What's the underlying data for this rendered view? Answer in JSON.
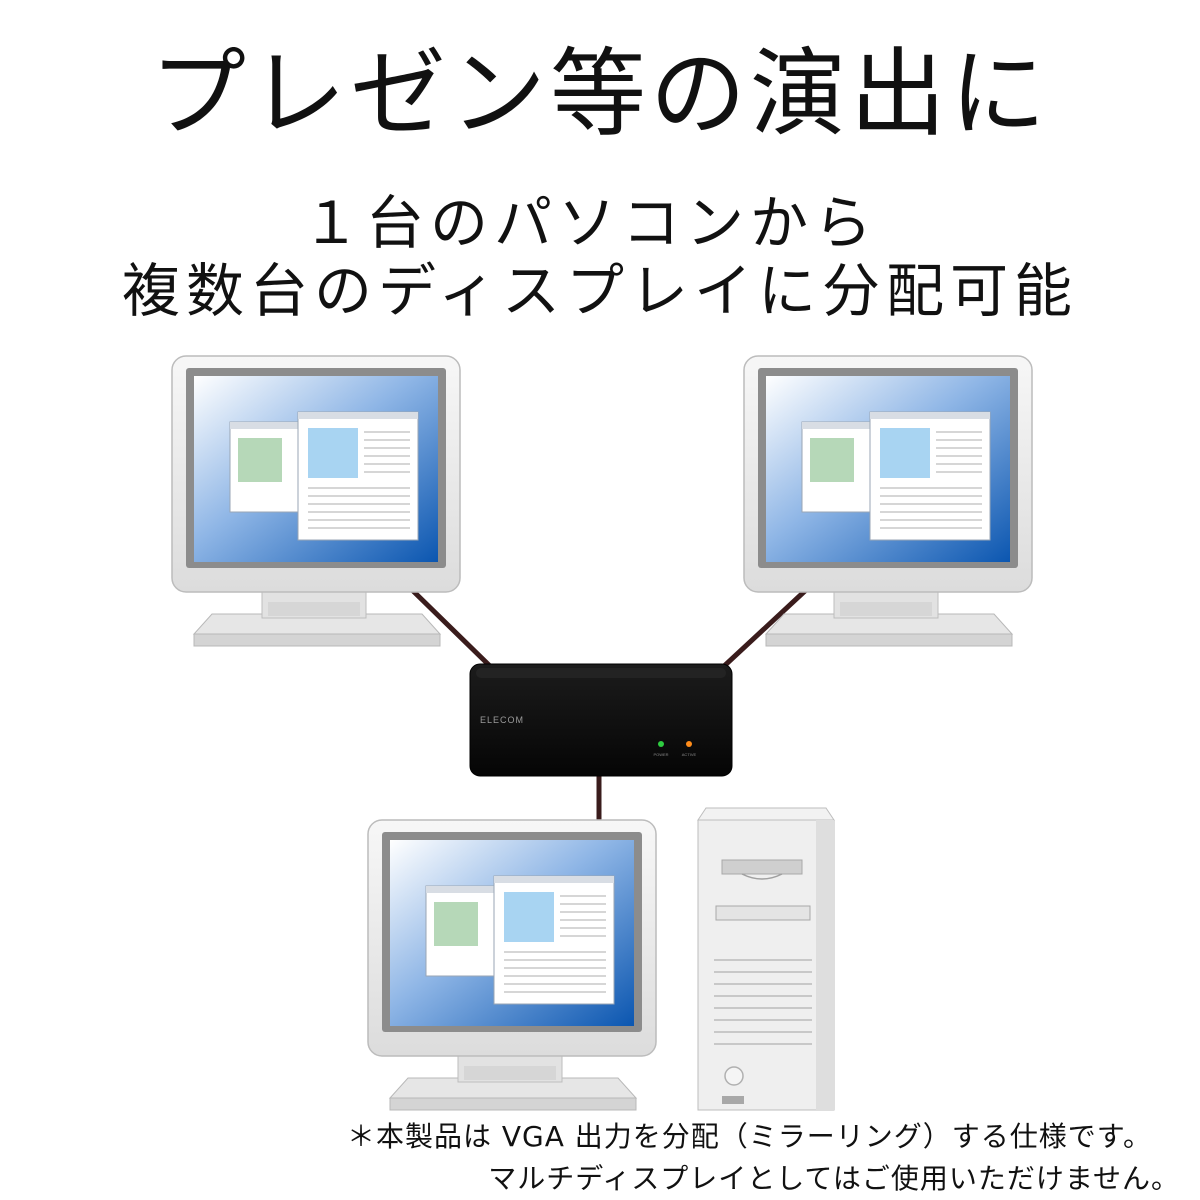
{
  "headline": "プレゼン等の演出に",
  "subline1": "１台のパソコンから",
  "subline2": "複数台のディスプレイに分配可能",
  "device": {
    "brand": "ELECOM",
    "led_power_label": "POWER",
    "led_active_label": "ACTIVE",
    "led_power_color": "#2ecc40",
    "led_active_color": "#ff8c1a"
  },
  "footnote1": "＊本製品は VGA 出力を分配（ミラーリング）する仕様です。",
  "footnote2": "マルチディスプレイとしてはご使用いただけません。",
  "colors": {
    "monitor_body": "#eeeeee",
    "screen_blue": "#1a63b8",
    "cable": "#3a1c1c",
    "device_body": "#0d0d0d"
  }
}
